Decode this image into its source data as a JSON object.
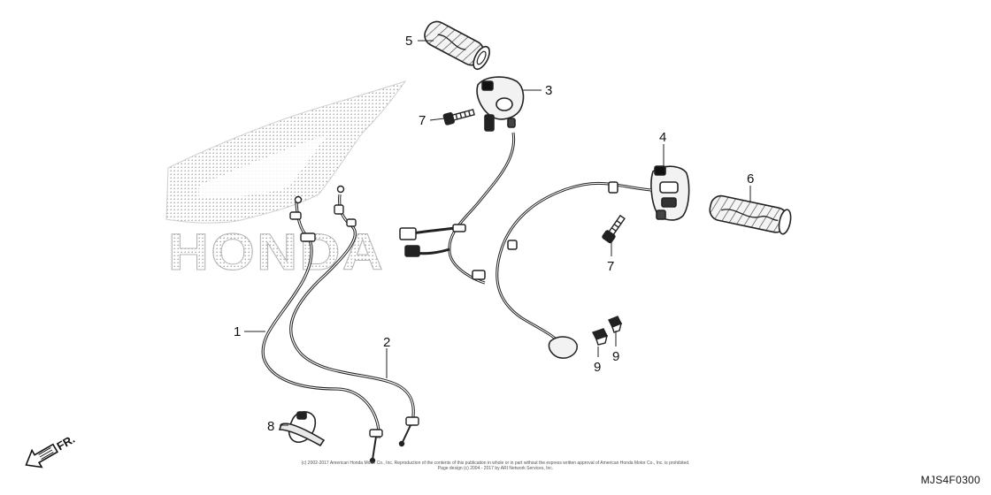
{
  "watermark": {
    "brand": "HONDA"
  },
  "direction": {
    "label": "FR."
  },
  "callouts": [
    "1",
    "2",
    "3",
    "4",
    "5",
    "6",
    "7",
    "7",
    "8",
    "9",
    "9"
  ],
  "diagram_code": "MJS4F0300",
  "copyright": {
    "line1": "(c) 2002-2017 American Honda Motor Co., Inc. Reproduction of the contents of this publication in whole or in part without the express written approval of American Honda Motor Co., Inc. is prohibited.",
    "line2": "Page design (c) 2004 - 2017 by ARI Network Services, Inc."
  }
}
